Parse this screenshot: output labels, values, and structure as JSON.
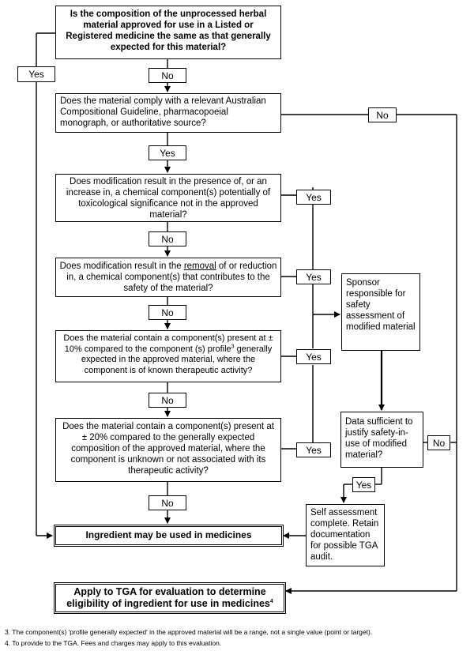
{
  "flowchart": {
    "q1": "Is the composition of the unprocessed herbal material approved for use in a Listed or Registered medicine the same as that generally expected for this material?",
    "q2": "Does the material comply with a relevant Australian Compositional Guideline, pharmacopoeial monograph, or authoritative source?",
    "q3": "Does modification result in the presence of, or an increase in, a chemical component(s) potentially of toxicological significance not in the approved material?",
    "q4_pre": "Does modification result in the ",
    "q4_removal": "removal",
    "q4_post": " of or reduction in, a chemical component(s) that contributes to the safety of the material?",
    "q5_pre": "Does the material contain a component(s) present at ± 10% compared to the component (s) profile",
    "q5_sup": "3",
    "q5_post": " generally expected in the approved material, where the component is of known therapeutic activity?",
    "q6": "Does the material contain a component(s) present at ± 20% compared to the generally expected composition of the approved material, where the component is unknown or not associated with its therapeutic activity?",
    "sponsor": "Sponsor responsible for safety assessment of modified material",
    "data_sufficient": "Data sufficient to justify safety-in-use of modified material?",
    "self_assessment": "Self assessment complete. Retain documentation for possible TGA audit.",
    "may_be_used": "Ingredient may be used in medicines",
    "apply_tga": "Apply to TGA for evaluation to determine eligibility of ingredient for use in medicines",
    "apply_tga_sup": "4",
    "yes": "Yes",
    "no": "No"
  },
  "footnotes": {
    "n3": "3. The component(s) 'profile generally expected' in the approved material will be a range, not a single value (point or target).",
    "n4": "4. To provide to the TGA. Fees and charges may apply to this evaluation."
  }
}
